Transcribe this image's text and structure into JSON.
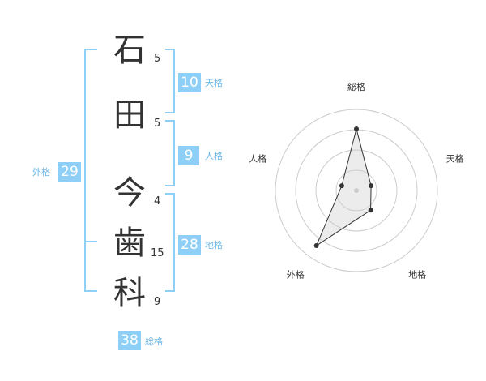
{
  "name_characters": [
    {
      "char": "石",
      "strokes": "5"
    },
    {
      "char": "田",
      "strokes": "5"
    },
    {
      "char": "今",
      "strokes": "4"
    },
    {
      "char": "歯",
      "strokes": "15"
    },
    {
      "char": "科",
      "strokes": "9"
    }
  ],
  "fortune": {
    "tenkaku": {
      "value": "10",
      "label": "天格"
    },
    "jinkaku": {
      "value": "9",
      "label": "人格"
    },
    "chikaku": {
      "value": "28",
      "label": "地格"
    },
    "gaikaku": {
      "value": "29",
      "label": "外格"
    },
    "soukaku": {
      "value": "38",
      "label": "総格"
    }
  },
  "accent_color": "#8ecff7",
  "chart_data": {
    "type": "radar",
    "axes": [
      "総格",
      "天格",
      "地格",
      "外格",
      "人格"
    ],
    "values": [
      0.76,
      0.19,
      0.3,
      0.84,
      0.19
    ],
    "rings": 4
  }
}
